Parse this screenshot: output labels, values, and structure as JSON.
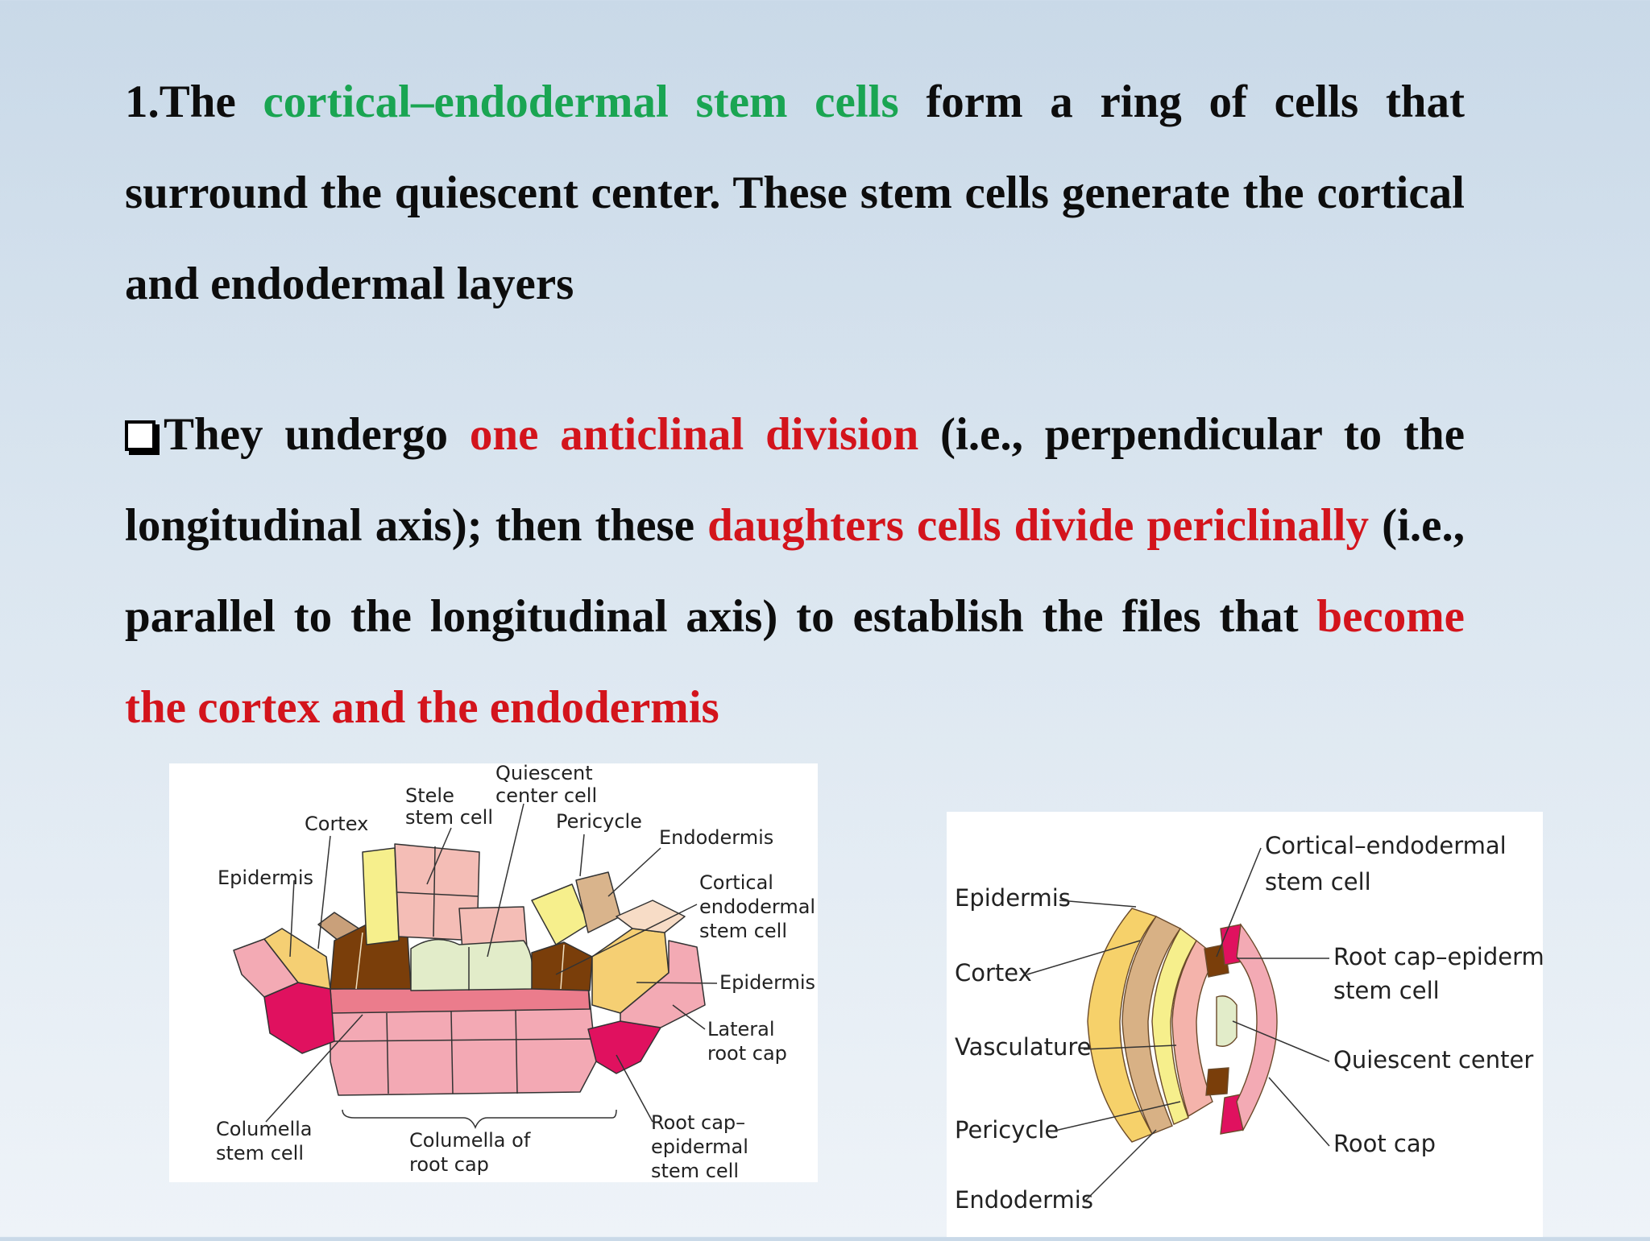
{
  "point1": {
    "prefix": "1.The ",
    "highlight": "cortical–endodermal stem cells",
    "rest": " form a ring of  cells that surround the quiescent center. These stem  cells generate the cortical and endodermal layers"
  },
  "point2": {
    "t1": "They undergo ",
    "r1": "one  anticlinal division",
    "t2": " (i.e.,  perpendicular to the  longitudinal  axis);  then  these  ",
    "r2": "daughters  cells  divide periclinally",
    "t3": " (i.e., parallel to the  longitudinal axis) to establish the files that ",
    "r3": "become  the cortex and the endodermis"
  },
  "colors": {
    "green": "#1aa552",
    "red": "#d3141c"
  },
  "icons": {
    "bullet": "hollow-square-bullet-icon"
  },
  "figure_left": {
    "quiescent_1": "Quiescent",
    "quiescent_2": "center cell",
    "stele_1": "Stele",
    "stele_2": "stem cell",
    "cortex": "Cortex",
    "pericycle": "Pericycle",
    "endodermis": "Endodermis",
    "epidermis_left": "Epidermis",
    "cortical_1": "Cortical",
    "cortical_2": "endodermal",
    "cortical_3": "stem cell",
    "epidermis_right": "Epidermis",
    "lateral_1": "Lateral",
    "lateral_2": "root cap",
    "columella_stem_1": "Columella",
    "columella_stem_2": "stem cell",
    "columella_cap_1": "Columella of",
    "columella_cap_2": "root cap",
    "rootcap_ep_1": "Root cap–",
    "rootcap_ep_2": "epidermal",
    "rootcap_ep_3": "stem cell"
  },
  "figure_right": {
    "cortical_1": "Cortical–endodermal",
    "cortical_2": "stem cell",
    "epidermis": "Epidermis",
    "cortex": "Cortex",
    "vasculature": "Vasculature",
    "pericycle": "Pericycle",
    "endodermis": "Endodermis",
    "rootcap_ep_1": "Root cap–epidermal",
    "rootcap_ep_2": "stem cell",
    "quiescent": "Quiescent center",
    "rootcap": "Root cap"
  }
}
